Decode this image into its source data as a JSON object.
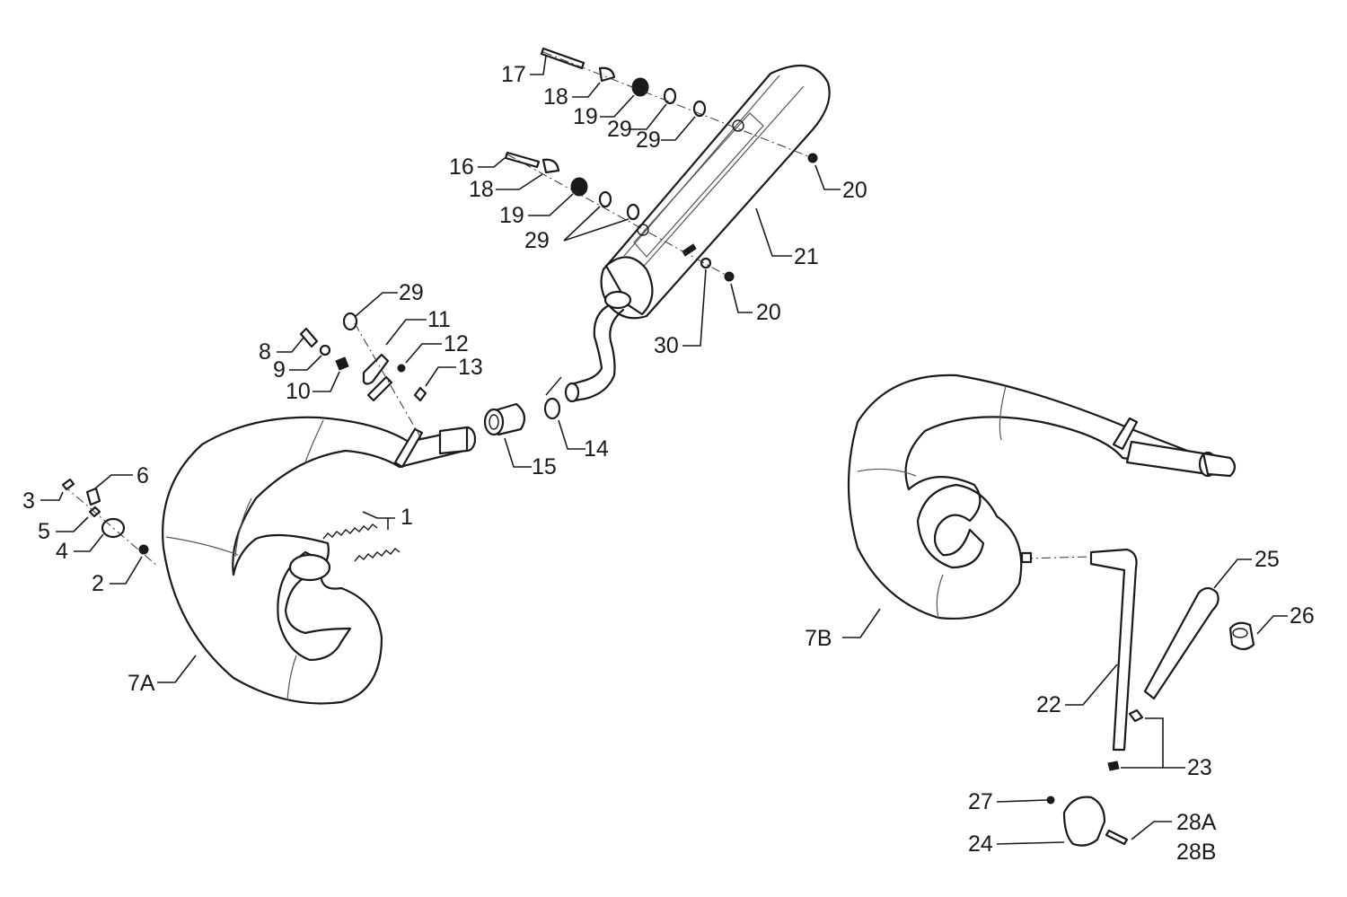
{
  "callouts": {
    "c1": "1",
    "c2": "2",
    "c3": "3",
    "c4": "4",
    "c5": "5",
    "c6": "6",
    "c7A": "7A",
    "c7B": "7B",
    "c8": "8",
    "c9": "9",
    "c10": "10",
    "c11": "11",
    "c12": "12",
    "c13": "13",
    "c14": "14",
    "c15": "15",
    "c16": "16",
    "c17": "17",
    "c18a": "18",
    "c18b": "18",
    "c19a": "19",
    "c19b": "19",
    "c20a": "20",
    "c20b": "20",
    "c21": "21",
    "c22": "22",
    "c23": "23",
    "c24": "24",
    "c25": "25",
    "c26": "26",
    "c27": "27",
    "c28A": "28A",
    "c28B": "28B",
    "c29a": "29",
    "c29b": "29",
    "c29c": "29",
    "c29d": "29",
    "c30": "30"
  }
}
